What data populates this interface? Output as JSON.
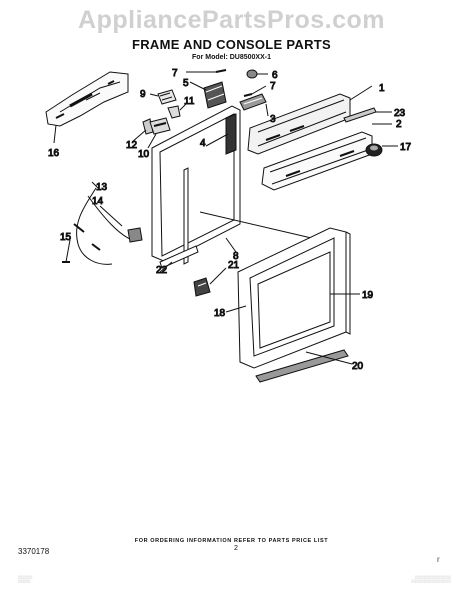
{
  "watermark": "AppliancePartsPros.com",
  "title": "FRAME AND CONSOLE PARTS",
  "model": "For Model: DU8500XX-1",
  "callouts": {
    "c1": "1",
    "c2": "2",
    "c3": "3",
    "c4": "4",
    "c5": "5",
    "c6": "6",
    "c7a": "7",
    "c7b": "7",
    "c8": "8",
    "c9": "9",
    "c10": "10",
    "c11": "11",
    "c12": "12",
    "c13": "13",
    "c14": "14",
    "c15": "15",
    "c16": "16",
    "c17": "17",
    "c18": "18",
    "c19": "19",
    "c20": "20",
    "c21": "21",
    "c22": "22",
    "c23": "23"
  },
  "footer": {
    "ordering_note": "FOR ORDERING INFORMATION REFER TO PARTS PRICE LIST",
    "doc_number": "3370178",
    "page_number": "2",
    "mark": "r"
  }
}
